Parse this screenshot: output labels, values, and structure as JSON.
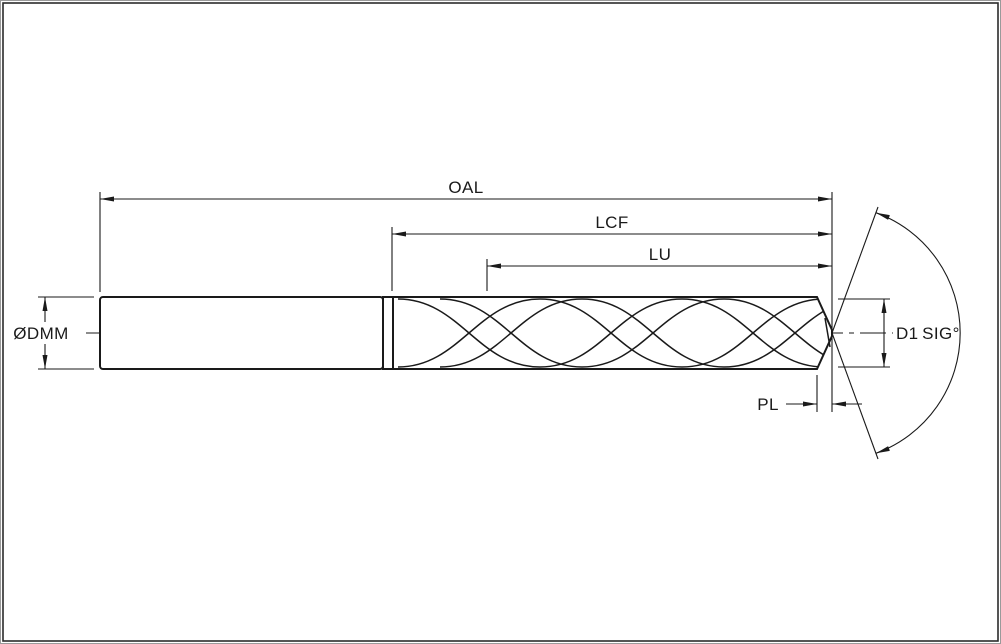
{
  "diagram": {
    "type": "technical-drawing",
    "subject": "Twist drill dimensional diagram",
    "labels": {
      "overall_length": "OAL",
      "flute_length": "LCF",
      "usable_length": "LU",
      "shank_diameter": "ØDMM",
      "cutting_diameter": "D1",
      "point_angle": "SIG°",
      "point_length": "PL"
    },
    "colors": {
      "line": "#1a1a1a",
      "background": "#ffffff",
      "border": "#2b2b2b"
    }
  }
}
